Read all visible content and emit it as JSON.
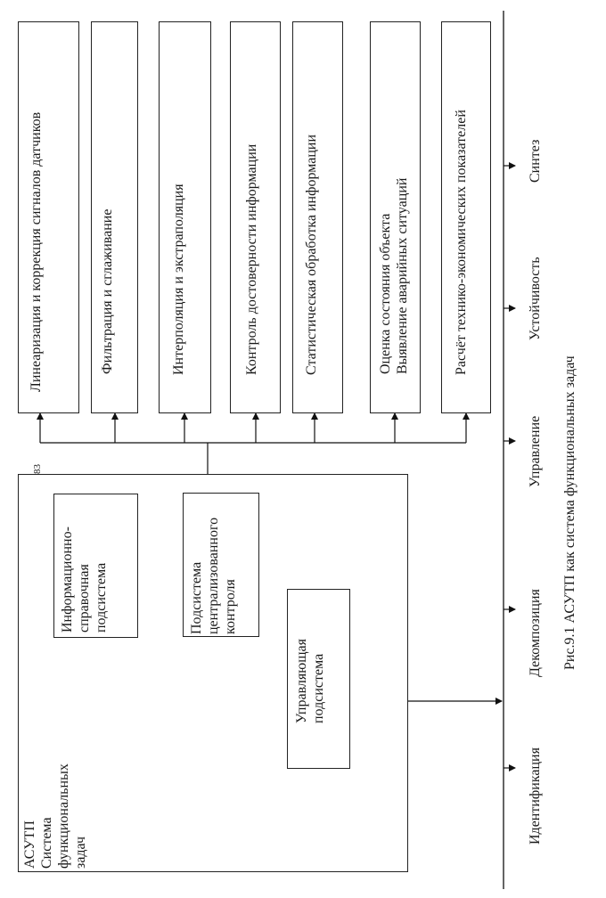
{
  "page_number": "83",
  "asutp_box": {
    "lines": [
      "АСУТП",
      "Система",
      "функциональных",
      "задач"
    ]
  },
  "subsystems": {
    "info": [
      "Информационно-",
      "справочная",
      "подсистема"
    ],
    "central": [
      "Подсистема",
      "централизованного",
      "контроля"
    ],
    "control": [
      "Управляющая",
      "подсистема"
    ]
  },
  "functions": [
    "Линеаризация и коррекция сигналов датчиков",
    "Фильтрация и сглаживание",
    "Интерполяция и экстраполяция",
    "Контроль достоверности информации",
    "Статистическая обработка информации",
    "Оценка состояния объекта",
    "Выявление аварийных ситуаций",
    "Расчёт технико-экономических показателей"
  ],
  "stages": [
    "Идентификация",
    "Декомпозиция",
    "Управление",
    "Устойчивость",
    "Синтез"
  ],
  "caption": "Рис.9.1 АСУТП как система функциональных задач"
}
